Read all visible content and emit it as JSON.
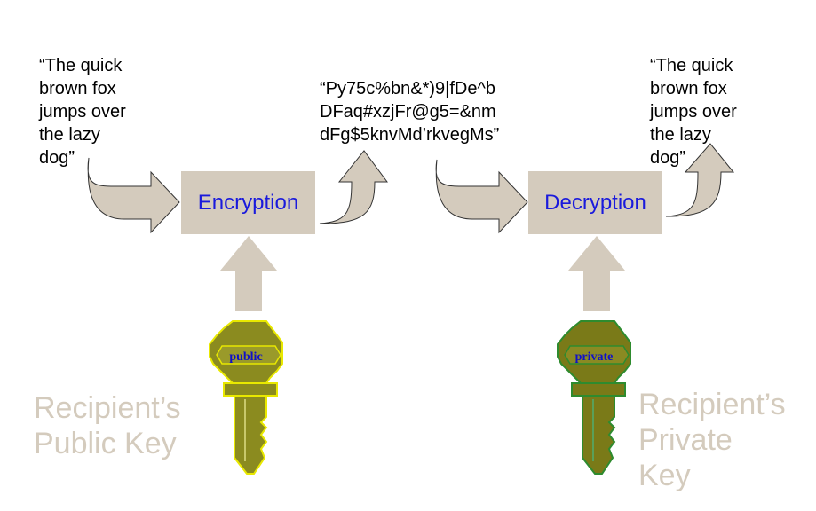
{
  "plaintext_in": "“The quick\nbrown fox\njumps over\nthe lazy\ndog”",
  "ciphertext": "“Py75c%bn&*)9|fDe^b\nDFaq#xzjFr@g5=&nm\ndFg$5knvMd’rkvegMs”",
  "plaintext_out": "“The quick\nbrown fox\njumps over\nthe lazy\ndog”",
  "encryption_label": "Encryption",
  "decryption_label": "Decryption",
  "public_key_tag": "public",
  "private_key_tag": "private",
  "public_key_caption": "Recipient’s\nPublic Key",
  "private_key_caption": "Recipient’s\nPrivate\nKey",
  "colors": {
    "arrow_fill": "#d4cbbd",
    "box_fill": "#d4cbbd",
    "box_text": "#1a1adc",
    "caption": "#d4cbbd",
    "public_key_body": "#8b8b1f",
    "public_key_outline": "#e8e800",
    "private_key_body": "#7a7a18",
    "private_key_outline": "#2e8b2e",
    "key_tag_text": "#1010c8"
  }
}
